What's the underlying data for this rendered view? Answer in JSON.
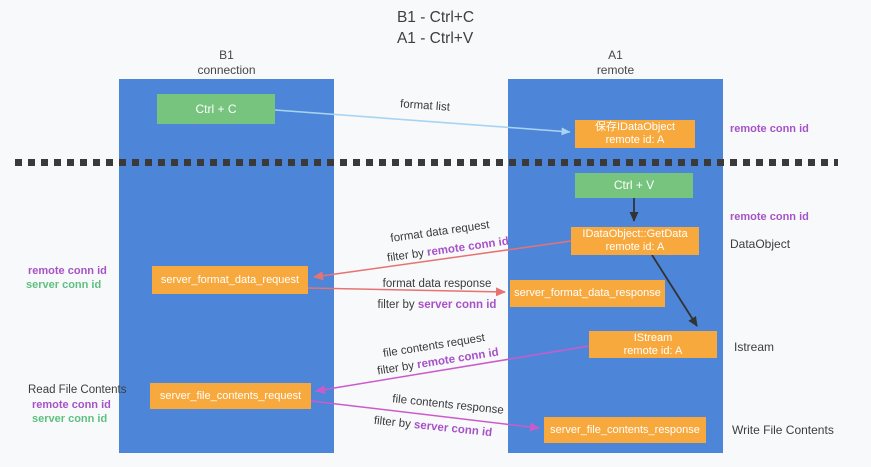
{
  "title": {
    "line1": "B1 - Ctrl+C",
    "line2": "A1 - Ctrl+V"
  },
  "columns": {
    "left": {
      "title": "B1",
      "subtitle": "connection"
    },
    "right": {
      "title": "A1",
      "subtitle": "remote"
    }
  },
  "nodes": {
    "ctrl_c": "Ctrl + C",
    "ctrl_v": "Ctrl + V",
    "save_dataobject": {
      "line1": "保存IDataObject",
      "line2": "remote id: A"
    },
    "getdata": {
      "line1": "IDataObject::GetData",
      "line2": "remote id: A"
    },
    "istream": {
      "line1": "IStream",
      "line2": "remote id: A"
    },
    "format_request": "server_format_data_request",
    "format_response": "server_format_data_response",
    "file_request": "server_file_contents_request",
    "file_response": "server_file_contents_response"
  },
  "arrow_labels": {
    "format_list": "format list",
    "format_data_request": "format data request",
    "filter_remote_1": {
      "prefix": "filter by ",
      "value": "remote conn id"
    },
    "format_data_response": "format data response",
    "filter_server_1": {
      "prefix": "filter by ",
      "value": "server conn id"
    },
    "file_contents_request": "file contents request",
    "filter_remote_2": {
      "prefix": "filter by ",
      "value": "remote conn id"
    },
    "file_contents_response": "file contents response",
    "filter_server_2": {
      "prefix": "filter by ",
      "value": "server conn id"
    }
  },
  "side_labels": {
    "right_remote_conn_top": "remote conn id",
    "right_remote_conn_mid": "remote conn id",
    "dataobject": "DataObject",
    "istream": "Istream",
    "write_file_contents": "Write File Contents",
    "left_remote_conn_1": "remote conn id",
    "left_server_conn_1": "server conn id",
    "read_file_contents": "Read File Contents",
    "left_remote_conn_2": "remote conn id",
    "left_server_conn_2": "server conn id"
  },
  "colors": {
    "lifeline_blue": "#4d86d8",
    "node_orange": "#f8a93d",
    "key_green": "#77c47e",
    "arrow_lightblue": "#a8d4f2",
    "arrow_red": "#e87272",
    "arrow_magenta": "#cb5bcb",
    "arrow_black": "#333333",
    "label_purple": "#a852c8",
    "label_green": "#5fc080",
    "divider_dark": "#3a3a3a"
  }
}
